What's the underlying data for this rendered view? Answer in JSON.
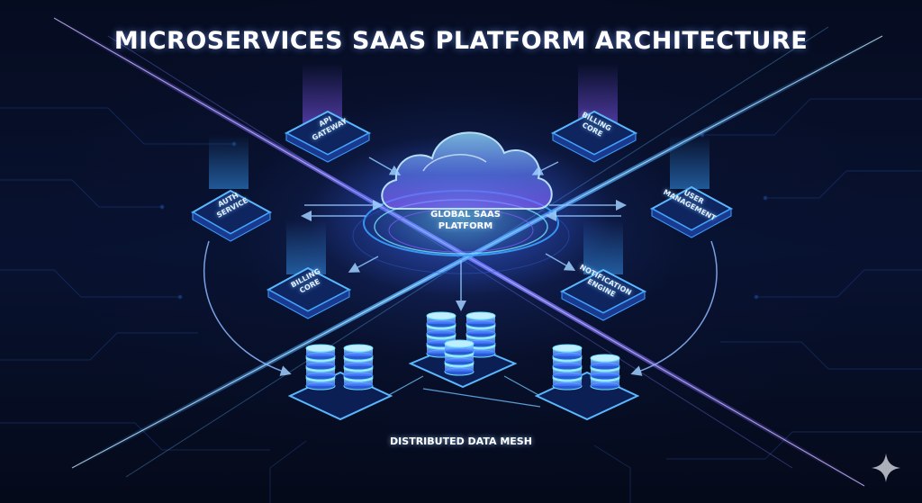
{
  "title": "MICROSERVICES SAAS PLATFORM ARCHITECTURE",
  "center": {
    "line1": "GLOBAL SAAS",
    "line2": "PLATFORM"
  },
  "nodes": [
    {
      "id": "api-gateway",
      "line1": "API",
      "line2": "GATEWAY"
    },
    {
      "id": "billing-core-top",
      "line1": "BILLING",
      "line2": "CORE"
    },
    {
      "id": "auth-service",
      "line1": "AUTH",
      "line2": "SERVICE"
    },
    {
      "id": "user-management",
      "line1": "USER",
      "line2": "MANAGEMENT"
    },
    {
      "id": "billing-core-bottom",
      "line1": "BILLING",
      "line2": "CORE"
    },
    {
      "id": "notification-engine",
      "line1": "NOTIFICATION",
      "line2": "ENGINE"
    }
  ],
  "data_mesh": {
    "label": "DISTRIBUTED DATA MESH"
  },
  "colors": {
    "accent_blue": "#3aa0ff",
    "accent_purple": "#8a5cff",
    "glow_cyan": "#6fe3ff",
    "background": "#050a1a"
  },
  "icons": [
    "cloud-icon",
    "database-cluster-icon",
    "sparkle-icon"
  ]
}
